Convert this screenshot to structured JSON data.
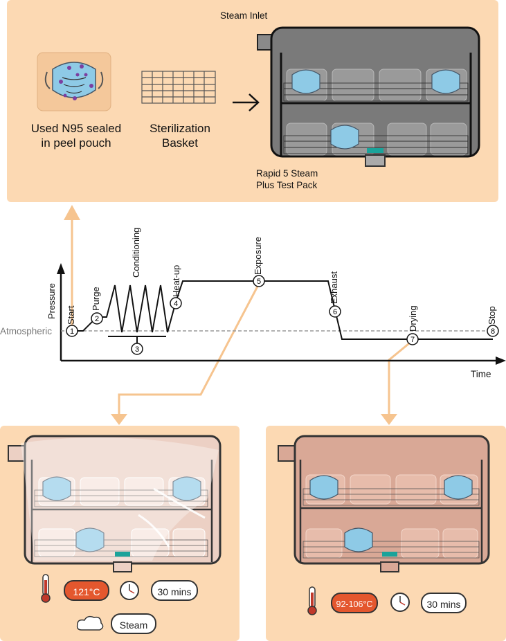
{
  "top_panel": {
    "mask_label": [
      "Used N95 sealed",
      "in peel pouch"
    ],
    "basket_label": [
      "Sterilization",
      "Basket"
    ],
    "steam_inlet": "Steam Inlet",
    "test_pack": [
      "Rapid 5 Steam",
      "Plus Test Pack"
    ]
  },
  "graph": {
    "y_axis": "Pressure",
    "x_axis": "Time",
    "baseline": "Atmospheric",
    "stages": {
      "start": "Start",
      "purge": "Purge",
      "conditioning": "Conditioning",
      "heatup": "Heat-up",
      "exposure": "Exposure",
      "exhaust": "Exhaust",
      "drying": "Drying",
      "stop": "Stop"
    },
    "markers": [
      "1",
      "2",
      "3",
      "4",
      "5",
      "6",
      "7",
      "8"
    ]
  },
  "exposure_panel": {
    "temp": "121°C",
    "time": "30 mins",
    "agent": "Steam"
  },
  "drying_panel": {
    "temp": "92-106°C",
    "time": "30 mins"
  },
  "colors": {
    "panel": "#fcd9b3",
    "arrow": "#f6c48f",
    "chamber_grey": "#7a7a7a",
    "chamber_steam": "#ecd0c4",
    "chamber_dry": "#d9a896",
    "hot": "#e4572e",
    "mask": "#8ecae6"
  }
}
